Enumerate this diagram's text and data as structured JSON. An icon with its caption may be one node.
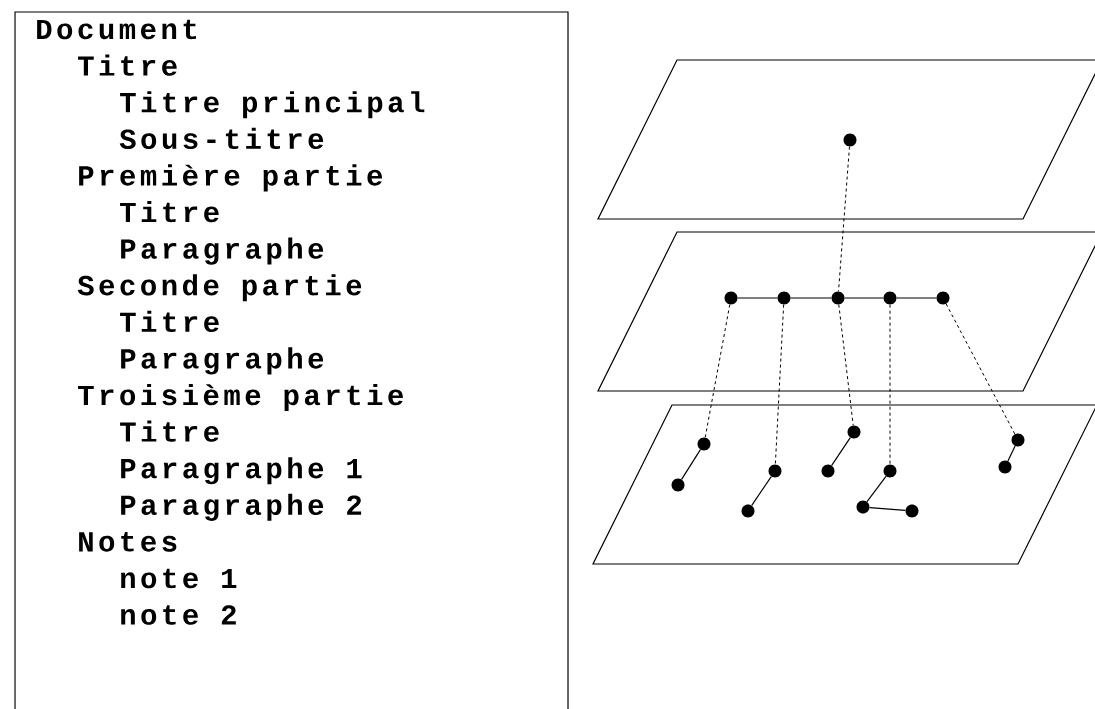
{
  "diagram": {
    "nodes": [
      {
        "text": [
          "Document",
          "Titre",
          "Titre principal",
          "Sous-titre",
          "Première partie",
          "Titre",
          "Paragraphe",
          "Seconde partie",
          "Titre",
          "Paragraphe",
          "Troisième partie",
          "Titre",
          "Paragraphe 1",
          "Paragraphe 2",
          "Notes",
          "note 1",
          "note 2"
        ]
      },
      {
        "text": [],
        "shape": "parallelogram"
      },
      {
        "text": [],
        "shape": "parallelogram"
      },
      {
        "text": [],
        "shape": "parallelogram"
      },
      {
        "text": [],
        "shape": "circle",
        "in": 1
      },
      {
        "text": [],
        "shape": "circle",
        "in": 2
      },
      {
        "text": [],
        "shape": "circle",
        "in": 2
      },
      {
        "text": [],
        "shape": "circle",
        "in": 2
      },
      {
        "text": [],
        "shape": "circle",
        "in": 2
      },
      {
        "text": [],
        "shape": "circle",
        "in": 2
      },
      {
        "text": [],
        "shape": "circle",
        "in": 3
      },
      {
        "text": [],
        "shape": "circle",
        "in": 3
      },
      {
        "text": [],
        "shape": "circle",
        "in": 3
      },
      {
        "text": [],
        "shape": "circle",
        "in": 3
      },
      {
        "text": [],
        "shape": "circle",
        "in": 3
      },
      {
        "text": [],
        "shape": "circle",
        "in": 3
      },
      {
        "text": [],
        "shape": "circle",
        "in": 3
      },
      {
        "text": [],
        "shape": "circle",
        "in": 3
      },
      {
        "text": [],
        "shape": "circle",
        "in": 3
      },
      {
        "text": [],
        "shape": "circle",
        "in": 3
      },
      {
        "text": [],
        "shape": "circle",
        "in": 3
      }
    ],
    "edges": [
      {
        "from": 4,
        "to": 7,
        "arrow": "none",
        "style": "dashed"
      },
      {
        "from": 5,
        "to": 6,
        "arrow": "none"
      },
      {
        "from": 6,
        "to": 7,
        "arrow": "none"
      },
      {
        "from": 7,
        "to": 8,
        "arrow": "none"
      },
      {
        "from": 8,
        "to": 9,
        "arrow": "none"
      },
      {
        "from": 5,
        "to": 11,
        "arrow": "none",
        "style": "dashed"
      },
      {
        "from": 6,
        "to": 13,
        "arrow": "none",
        "style": "dashed"
      },
      {
        "from": 7,
        "to": 15,
        "arrow": "none",
        "style": "dashed"
      },
      {
        "from": 8,
        "to": 17,
        "arrow": "none",
        "style": "dashed"
      },
      {
        "from": 9,
        "to": 20,
        "arrow": "none",
        "style": "dashed"
      },
      {
        "from": 10,
        "to": 11,
        "arrow": "none"
      },
      {
        "from": 12,
        "to": 13,
        "arrow": "none"
      },
      {
        "from": 14,
        "to": 15,
        "arrow": "none"
      },
      {
        "from": 16,
        "to": 17,
        "arrow": "none"
      },
      {
        "from": 16,
        "to": 18,
        "arrow": "none"
      },
      {
        "from": 19,
        "to": 20,
        "arrow": "none"
      }
    ]
  }
}
